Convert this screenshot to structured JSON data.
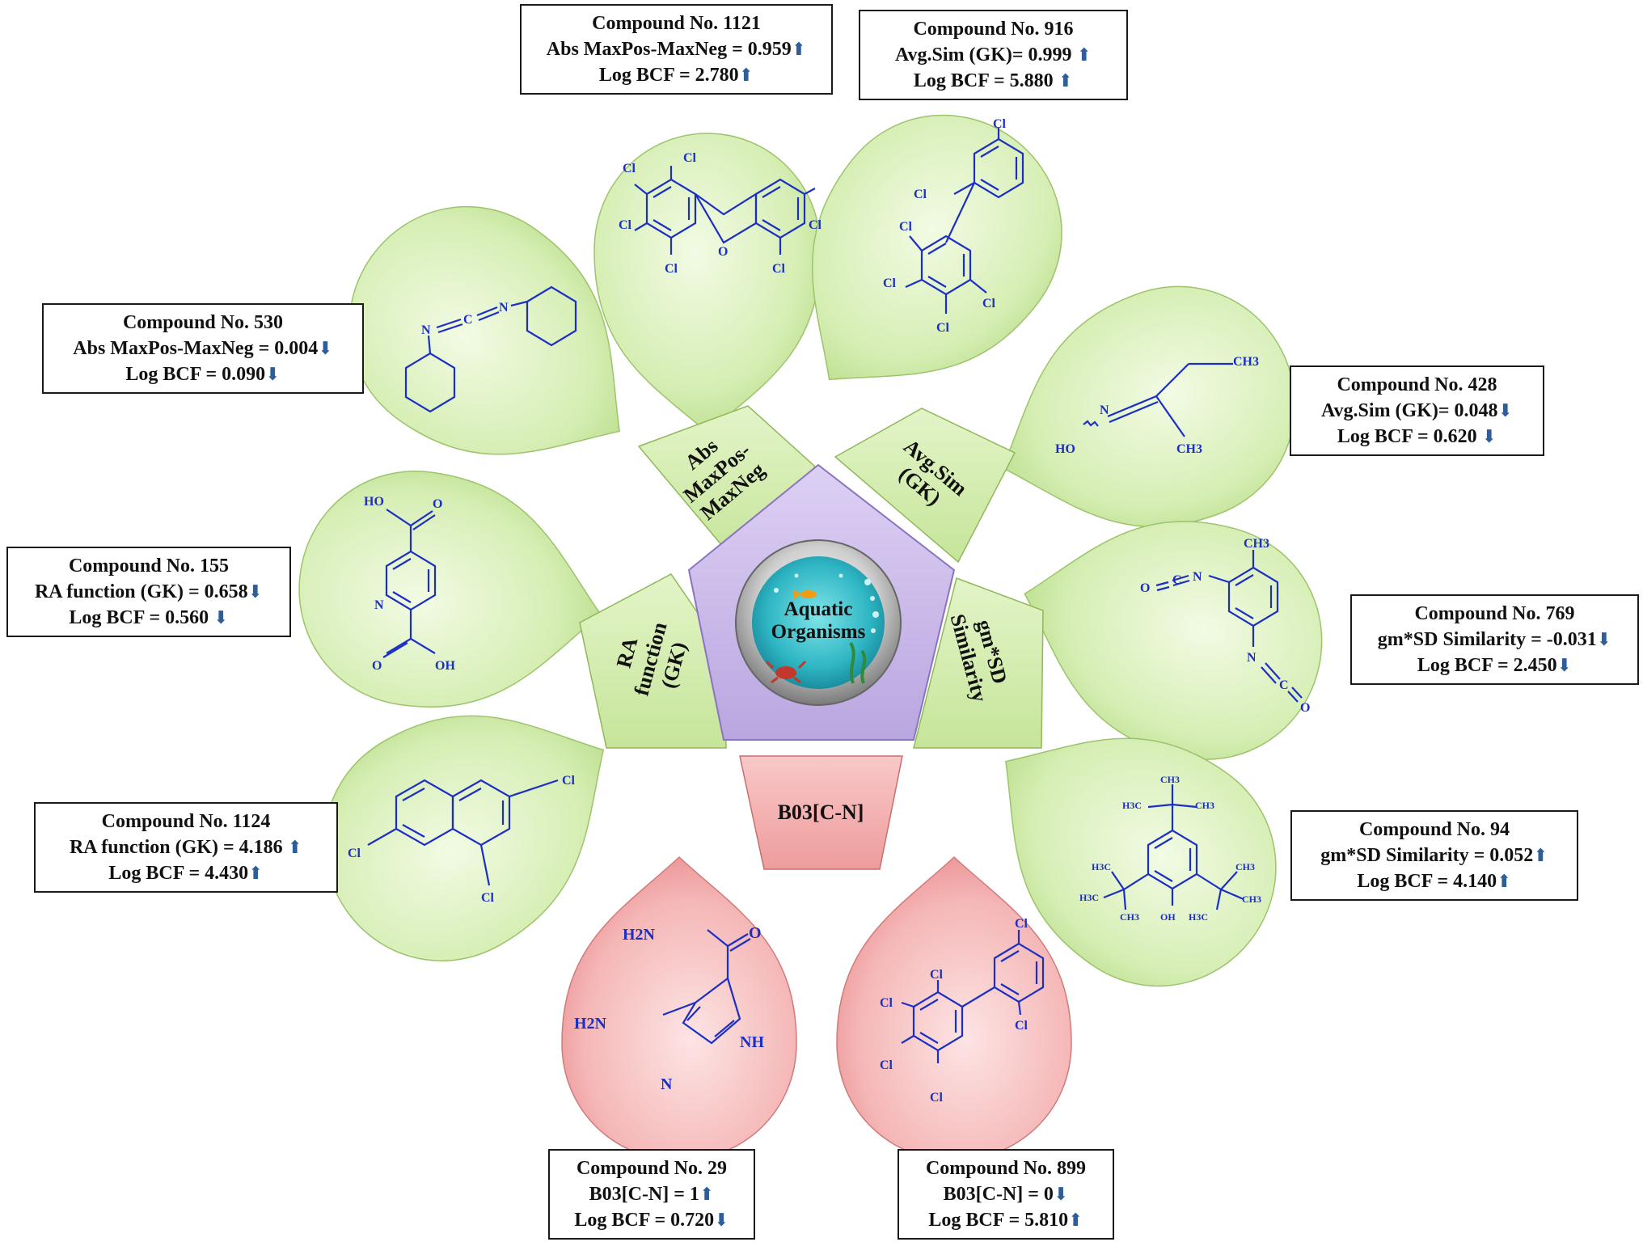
{
  "center": {
    "line1": "Aquatic",
    "line2": "Organisms"
  },
  "segments": {
    "abs": [
      "Abs",
      "MaxPos-",
      "MaxNeg"
    ],
    "avgsim": [
      "Avg.Sim",
      "(GK)"
    ],
    "ra": [
      "RA",
      "function",
      "(GK)"
    ],
    "gmsd": [
      "gm*SD",
      "Similarity"
    ],
    "b03": "B03[C-N]"
  },
  "compounds": {
    "c1121": {
      "title": "Compound No. 1121",
      "desc": "Abs MaxPos-MaxNeg =  0.959",
      "desc_arrow": "up",
      "bcf": "Log BCF = 2.780",
      "bcf_arrow": "up"
    },
    "c916": {
      "title": "Compound No. 916",
      "desc": "Avg.Sim (GK)= 0.999",
      "desc_arrow": "up",
      "bcf": "Log BCF = 5.880",
      "bcf_arrow": "up"
    },
    "c530": {
      "title": "Compound No. 530",
      "desc": "Abs MaxPos-MaxNeg =  0.004",
      "desc_arrow": "down",
      "bcf": "Log BCF = 0.090",
      "bcf_arrow": "down"
    },
    "c428": {
      "title": "Compound No. 428",
      "desc": "Avg.Sim (GK)= 0.048",
      "desc_arrow": "down",
      "bcf": "Log BCF = 0.620",
      "bcf_arrow": "down"
    },
    "c155": {
      "title": "Compound No. 155",
      "desc": "RA function (GK) = 0.658",
      "desc_arrow": "down",
      "bcf": "Log BCF = 0.560",
      "bcf_arrow": "down"
    },
    "c769": {
      "title": "Compound No. 769",
      "desc": "gm*SD Similarity =   -0.031",
      "desc_arrow": "down",
      "bcf": "Log BCF = 2.450",
      "bcf_arrow": "down"
    },
    "c1124": {
      "title": "Compound No. 1124",
      "desc": "RA function (GK) = 4.186",
      "desc_arrow": "up",
      "bcf": "Log BCF = 4.430",
      "bcf_arrow": "up"
    },
    "c94": {
      "title": "Compound No. 94",
      "desc": "gm*SD Similarity = 0.052",
      "desc_arrow": "up",
      "bcf": "Log BCF = 4.140",
      "bcf_arrow": "up"
    },
    "c29": {
      "title": "Compound No. 29",
      "desc": "B03[C-N] = 1",
      "desc_arrow": "up",
      "bcf": "Log BCF = 0.720",
      "bcf_arrow": "down"
    },
    "c899": {
      "title": "Compound No. 899",
      "desc": "B03[C-N] = 0",
      "desc_arrow": "down",
      "bcf": "Log BCF = 5.810",
      "bcf_arrow": "up"
    }
  },
  "atoms": {
    "cl": "Cl",
    "o": "O",
    "n": "N",
    "c": "C",
    "ho": "HO",
    "oh": "OH",
    "nh": "NH",
    "ch3": "CH3",
    "h3c": "H3C",
    "h2n": "H2N",
    "h2n_b": "H2N"
  },
  "colors": {
    "green_leaf": "#c8e6a0",
    "red_leaf": "#f0a0a0",
    "pentagon": "#c9b8e8",
    "molecule": "#1c2fc4",
    "arrow": "#2e5e9a"
  }
}
